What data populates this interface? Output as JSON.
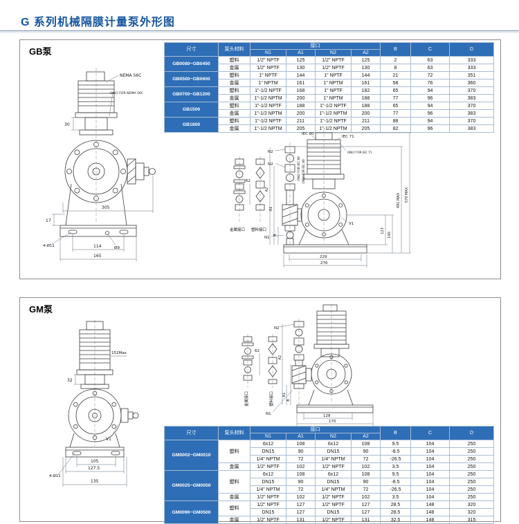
{
  "page": {
    "title": "G 系列机械隔膜计量泵外形图"
  },
  "gb": {
    "panel_label": "GB泵",
    "table": {
      "header": {
        "size": "尺寸",
        "material": "泵头材料",
        "interface": "接口",
        "n1": "N1",
        "a1": "A1",
        "n2": "N2",
        "a2": "A2",
        "b": "B",
        "c": "C",
        "d": "D"
      },
      "groups": [
        {
          "size": "GB0080~GB0450",
          "rows": [
            {
              "mat": "塑料",
              "cells": [
                "1/2\" NPTF",
                "125",
                "1/2\" NPTF",
                "125",
                "2",
                "63",
                "333"
              ]
            },
            {
              "mat": "金属",
              "cells": [
                "1/2\" NPTF",
                "130",
                "1/2\" NPTF",
                "130",
                "8",
                "63",
                "333"
              ]
            }
          ]
        },
        {
          "size": "GB0500~GB0600",
          "rows": [
            {
              "mat": "塑料",
              "cells": [
                "1\" NPTF",
                "144",
                "1\" NPTF",
                "144",
                "21",
                "72",
                "351"
              ]
            },
            {
              "mat": "金属",
              "cells": [
                "1\" NPTM",
                "161",
                "1\" NPTM",
                "161",
                "58",
                "76",
                "360"
              ]
            }
          ]
        },
        {
          "size": "GB0700~GB1200",
          "rows": [
            {
              "mat": "塑料",
              "cells": [
                "1\"-1/2 NPTF",
                "168",
                "1\" NPTF",
                "182",
                "65",
                "94",
                "370"
              ]
            },
            {
              "mat": "金属",
              "cells": [
                "1\"-1/2 NPTM",
                "200",
                "1\" NPTM",
                "188",
                "77",
                "96",
                "383"
              ]
            }
          ]
        },
        {
          "size": "GB1500",
          "rows": [
            {
              "mat": "塑料",
              "cells": [
                "1\"-1/2 NPTF",
                "188",
                "1\"-1/2 NPTF",
                "188",
                "65",
                "94",
                "370"
              ]
            },
            {
              "mat": "金属",
              "cells": [
                "1\"-1/2 NPTM",
                "200",
                "1\"-1/2 NPTM",
                "200",
                "77",
                "96",
                "383"
              ]
            }
          ]
        },
        {
          "size": "GB1800",
          "rows": [
            {
              "mat": "塑料",
              "cells": [
                "1\"-1/2 NPTF",
                "211",
                "1\"-1/2 NPTF",
                "211",
                "88",
                "94",
                "370"
              ]
            },
            {
              "mat": "金属",
              "cells": [
                "1\"-1/2 NPTM",
                "205",
                "1\"-1/2 NPTM",
                "205",
                "82",
                "96",
                "383"
              ]
            }
          ]
        }
      ]
    },
    "front": {
      "nema": "NEMA 56C",
      "only_nema": "ONLY FOR NEMA 56C",
      "dim30": "30",
      "dim17": "17",
      "dim305": "305",
      "bolt": "4-Ø11",
      "dia9": "Ø9",
      "dim114": "114",
      "dim165": "165"
    },
    "side": {
      "iec80": "IEC 80",
      "iec71": "IEC 71",
      "only_iec80": "ONLY FOR IEC 80",
      "only_iec71": "ONLY FOR IEC 71",
      "n2": "N2",
      "n1": "N1",
      "v1": "V1",
      "metal_port": "金属接口",
      "plastic_port": "塑料接口",
      "a1": "A1",
      "a2": "A2",
      "b": "B",
      "dim62": "62",
      "max570": "570 MAX",
      "max491": "491 MAX",
      "dim123": "123",
      "dim140": "140",
      "dim229": "229",
      "dim276": "276"
    }
  },
  "gm": {
    "panel_label": "GM泵",
    "table": {
      "header": {
        "size": "尺寸",
        "material": "泵头材料",
        "interface": "接口",
        "n1": "N1",
        "a1": "A1",
        "n2": "N2",
        "a2": "A2",
        "b": "B",
        "c": "C",
        "d": "D"
      },
      "groups": [
        {
          "size": "GM0002~GM0010",
          "mats": [
            {
              "label": "塑料",
              "rows": [
                [
                  "6x12",
                  "108",
                  "6x12",
                  "108",
                  "9.5",
                  "104",
                  "250"
                ],
                [
                  "DN15",
                  "90",
                  "DN15",
                  "90",
                  "-8.5",
                  "104",
                  "250"
                ],
                [
                  "1/4\" NPTM",
                  "72",
                  "1/4\" NPTM",
                  "72",
                  "-26.5",
                  "104",
                  "250"
                ]
              ]
            },
            {
              "label": "金属",
              "rows": [
                [
                  "1/2\" NPTF",
                  "102",
                  "1/2\" NPTF",
                  "102",
                  "3.5",
                  "104",
                  "250"
                ]
              ]
            }
          ]
        },
        {
          "size": "GM0025~GM0050",
          "mats": [
            {
              "label": "塑料",
              "rows": [
                [
                  "6x12",
                  "108",
                  "6x12",
                  "108",
                  "9.5",
                  "104",
                  "250"
                ],
                [
                  "DN15",
                  "90",
                  "DN15",
                  "90",
                  "-8.5",
                  "104",
                  "250"
                ],
                [
                  "1/4\" NPTM",
                  "72",
                  "1/4\" NPTM",
                  "72",
                  "-26.5",
                  "104",
                  "250"
                ]
              ]
            },
            {
              "label": "金属",
              "rows": [
                [
                  "1/2\" NPTF",
                  "102",
                  "1/2\" NPTF",
                  "102",
                  "3.5",
                  "104",
                  "250"
                ]
              ]
            }
          ]
        },
        {
          "size": "GM0090~GM0500",
          "mats": [
            {
              "label": "塑料",
              "rows": [
                [
                  "1/2\" NPTF",
                  "127",
                  "1/2\" NPTF",
                  "127",
                  "28.5",
                  "148",
                  "320"
                ],
                [
                  "DN15",
                  "127",
                  "DN15",
                  "127",
                  "28.5",
                  "148",
                  "320"
                ]
              ]
            },
            {
              "label": "金属",
              "rows": [
                [
                  "1/2\" NPTF",
                  "131",
                  "1/2\" NPTF",
                  "131",
                  "32.5",
                  "148",
                  "315"
                ]
              ]
            }
          ]
        }
      ]
    },
    "front": {
      "dim152": "152Max",
      "dim32": "32",
      "v1": "V1",
      "dim105": "105",
      "dim1275": "127.5",
      "bolt": "4-Ø11",
      "dim135": "135"
    },
    "side": {
      "metal_port": "金属接口",
      "plastic_port": "塑料接口",
      "n1": "N1",
      "n2": "N2",
      "a1": "A1",
      "a2": "A2",
      "b": "B",
      "dim62": "62",
      "dim128": "128",
      "dim170": "170"
    }
  }
}
